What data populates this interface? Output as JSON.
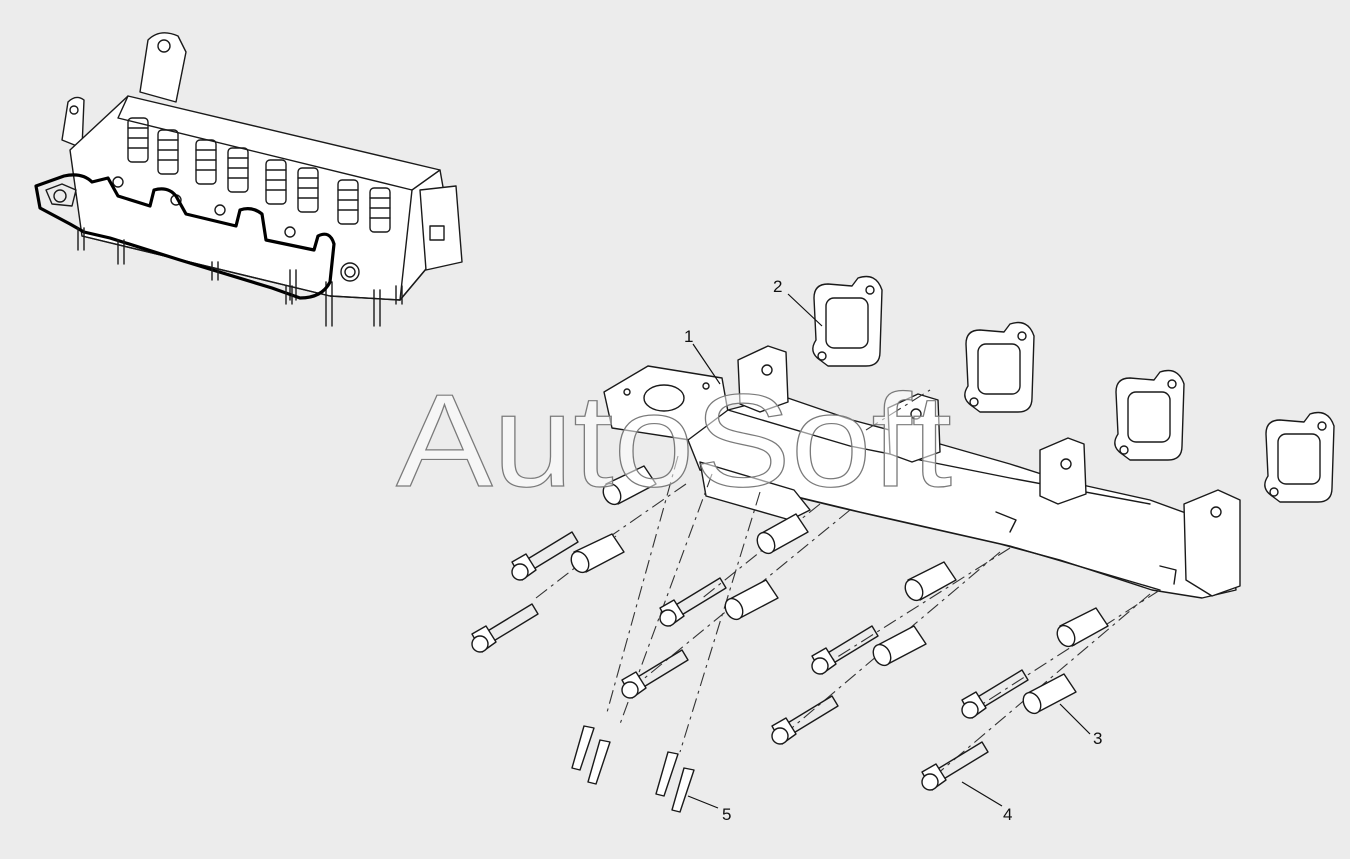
{
  "watermark": "AutoSoft",
  "callouts": {
    "c1": "1",
    "c2": "2",
    "c3": "3",
    "c4": "4",
    "c5": "5"
  },
  "colors": {
    "background": "#ececec",
    "line": "#1a1a1a",
    "part_fill": "#ffffff"
  }
}
